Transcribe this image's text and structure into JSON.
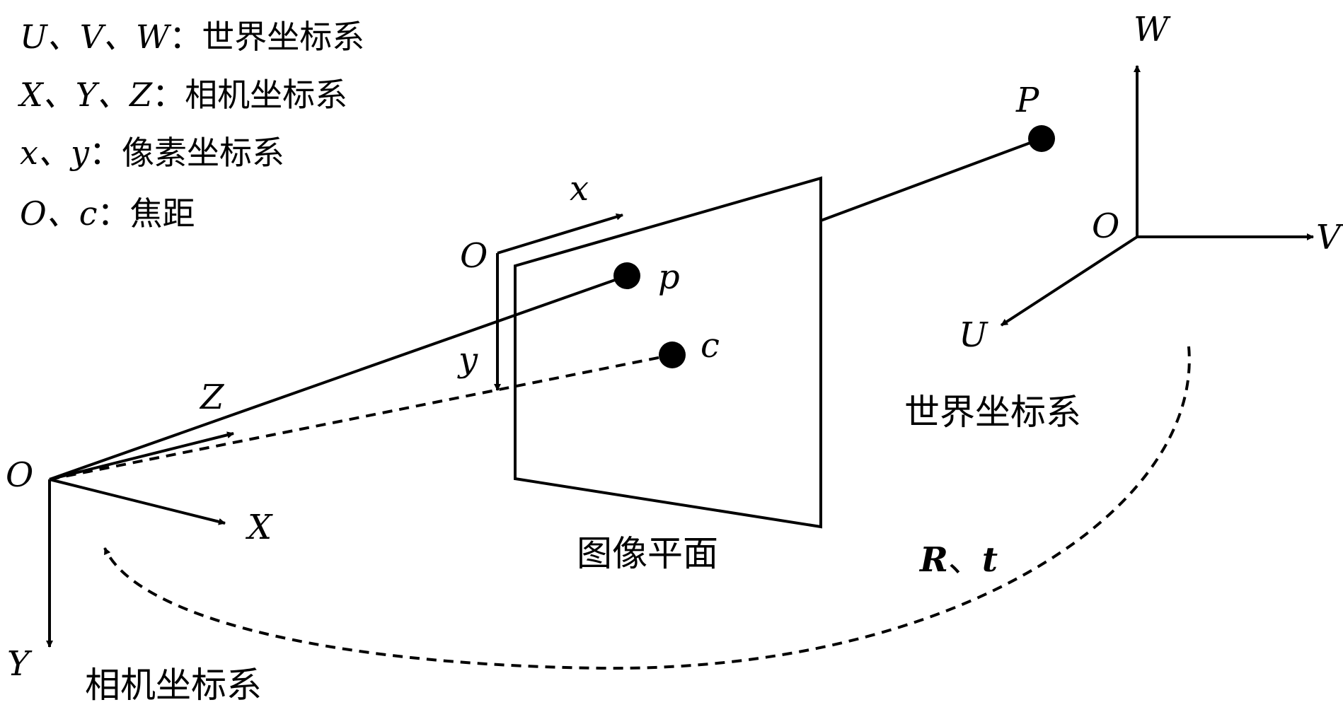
{
  "legend": {
    "world": {
      "symbols": "U、V、W",
      "colon": "：",
      "text": "世界坐标系"
    },
    "camera": {
      "symbols": "X、Y、Z",
      "colon": "：",
      "text": "相机坐标系"
    },
    "pixel": {
      "symbols": "x、y",
      "colon": "：",
      "text": "像素坐标系"
    },
    "focal": {
      "symbols": "O、c",
      "colon": "：",
      "text": "焦距"
    }
  },
  "labels": {
    "camera_origin": "O",
    "camera_X": "X",
    "camera_Y": "Y",
    "camera_Z": "Z",
    "pixel_origin": "O",
    "pixel_x": "x",
    "pixel_y": "y",
    "image_point": "p",
    "principal_point": "c",
    "world_point": "P",
    "world_origin": "O",
    "world_U": "U",
    "world_V": "V",
    "world_W": "W",
    "image_plane_caption": "图像平面",
    "world_caption": "世界坐标系",
    "camera_caption": "相机坐标系",
    "transform_R": "R",
    "transform_sep": "、",
    "transform_t": "t"
  }
}
